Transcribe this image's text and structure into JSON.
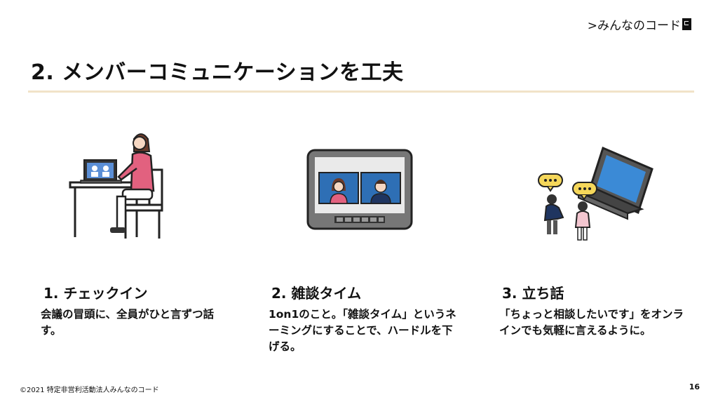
{
  "header": {
    "logo_text": ">みんなのコード"
  },
  "slide": {
    "title": "2. メンバーコミュニケーションを工夫"
  },
  "items": [
    {
      "heading": "1. チェックイン",
      "description": "会議の冒頭に、全員がひと言ずつ話す。"
    },
    {
      "heading": "2. 雑談タイム",
      "description": "1on1のこと。「雑談タイム」というネーミングにすることで、ハードルを下げる。"
    },
    {
      "heading": "3. 立ち話",
      "description": "「ちょっと相談したいです」をオンラインでも気軽に言えるように。"
    }
  ],
  "footer": {
    "copyright": "©2021 特定非営利活動法人みんなのコード",
    "page_number": "16"
  },
  "colors": {
    "rule": "#f1e3c8",
    "accent_pink": "#e2617f",
    "screen_blue": "#2e6fb5",
    "bubble_yellow": "#f5d75a"
  }
}
